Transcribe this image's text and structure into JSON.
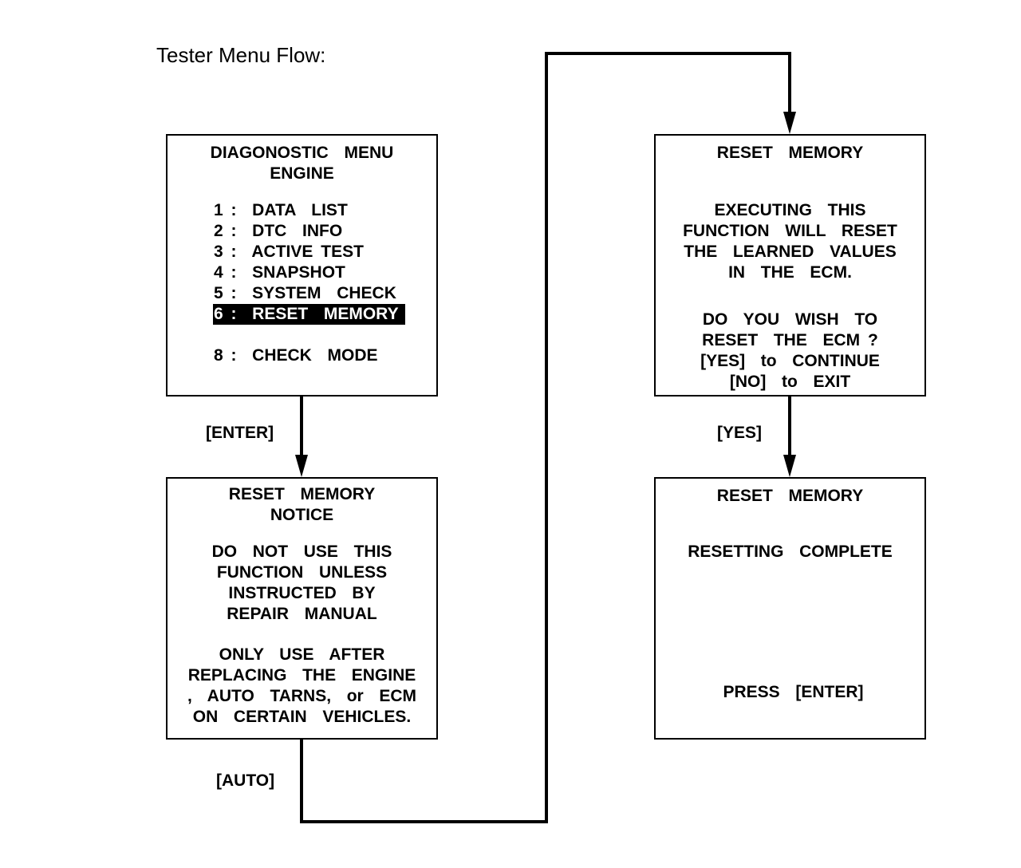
{
  "title": "Tester Menu Flow:",
  "boxes": {
    "diag_menu": {
      "header1": "DIAGONOSTIC  MENU",
      "header2": "ENGINE",
      "items": [
        "1 :  DATA  LIST",
        "2 :  DTC  INFO",
        "3 :  ACTIVE TEST",
        "4 :  SNAPSHOT",
        "5 :  SYSTEM  CHECK",
        "6 :  RESET  MEMORY",
        "8 :  CHECK  MODE"
      ]
    },
    "notice": {
      "lines": [
        "RESET  MEMORY",
        "NOTICE",
        "DO  NOT  USE  THIS",
        "FUNCTION  UNLESS",
        "INSTRUCTED  BY",
        "REPAIR  MANUAL",
        "ONLY  USE  AFTER",
        "REPLACING  THE  ENGINE",
        ",  AUTO  TARNS,  or  ECM",
        "ON  CERTAIN  VEHICLES."
      ]
    },
    "confirm": {
      "lines": [
        "RESET  MEMORY",
        "EXECUTING  THIS",
        "FUNCTION  WILL  RESET",
        "THE  LEARNED  VALUES",
        "IN  THE  ECM.",
        "DO  YOU  WISH  TO",
        "RESET  THE  ECM ?",
        "[YES]  to  CONTINUE",
        "[NO]  to  EXIT"
      ]
    },
    "complete": {
      "lines": [
        "RESET  MEMORY",
        "RESETTING  COMPLETE",
        "PRESS  [ENTER]"
      ]
    }
  },
  "edges": {
    "enter": "[ENTER]",
    "auto": "[AUTO]",
    "yes": "[YES]"
  }
}
